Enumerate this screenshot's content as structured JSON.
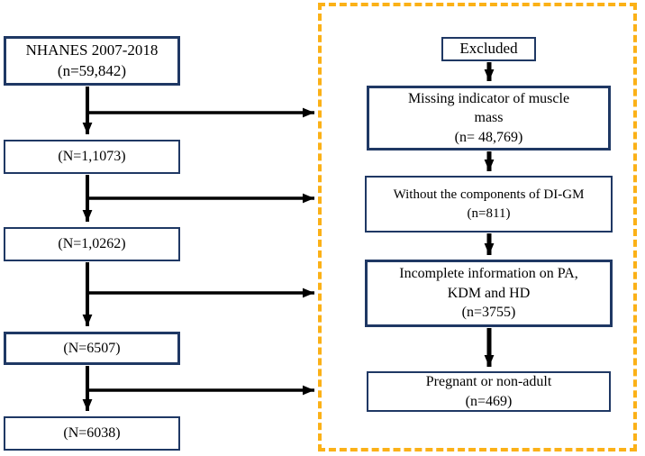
{
  "diagram": {
    "left_column": [
      {
        "text": "NHANES 2007-2018\n(n=59,842)"
      },
      {
        "text": "(N=1,1073)"
      },
      {
        "text": "(N=1,0262)"
      },
      {
        "text": "(N=6507)"
      },
      {
        "text": "(N=6038)"
      }
    ],
    "excluded": {
      "label": "Excluded"
    },
    "exclusion_steps": [
      {
        "text": "Missing indicator of muscle\nmass\n(n= 48,769)"
      },
      {
        "text": "Without the components of DI-GM\n(n=811)"
      },
      {
        "text": "Incomplete information on PA,\nKDM and HD\n(n=3755)"
      },
      {
        "text": "Pregnant or non-adult\n(n=469)"
      }
    ],
    "colors": {
      "box_border": "#1f3864",
      "dashed_border": "#fbb117",
      "arrow": "#000000"
    }
  }
}
